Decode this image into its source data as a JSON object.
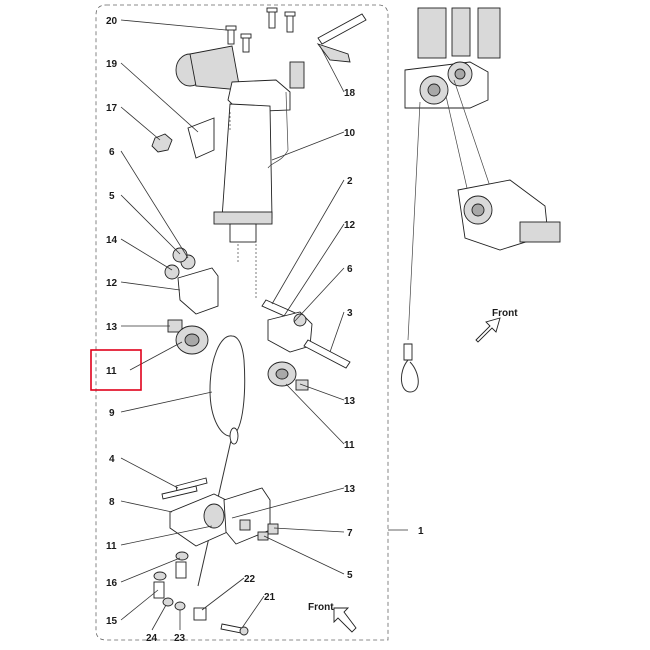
{
  "callouts": [
    {
      "id": "c20a",
      "text": "20"
    },
    {
      "id": "c19",
      "text": "19"
    },
    {
      "id": "c17",
      "text": "17"
    },
    {
      "id": "c6a",
      "text": "6"
    },
    {
      "id": "c5a",
      "text": "5"
    },
    {
      "id": "c14",
      "text": "14"
    },
    {
      "id": "c12a",
      "text": "12"
    },
    {
      "id": "c13a",
      "text": "13"
    },
    {
      "id": "c11a",
      "text": "11"
    },
    {
      "id": "c9",
      "text": "9"
    },
    {
      "id": "c4",
      "text": "4"
    },
    {
      "id": "c8",
      "text": "8"
    },
    {
      "id": "c11c",
      "text": "11"
    },
    {
      "id": "c16",
      "text": "16"
    },
    {
      "id": "c15",
      "text": "15"
    },
    {
      "id": "c24",
      "text": "24"
    },
    {
      "id": "c23",
      "text": "23"
    },
    {
      "id": "c18",
      "text": "18"
    },
    {
      "id": "c10",
      "text": "10"
    },
    {
      "id": "c2",
      "text": "2"
    },
    {
      "id": "c12b",
      "text": "12"
    },
    {
      "id": "c6b",
      "text": "6"
    },
    {
      "id": "c3",
      "text": "3"
    },
    {
      "id": "c13b",
      "text": "13"
    },
    {
      "id": "c11b",
      "text": "11"
    },
    {
      "id": "c13c",
      "text": "13"
    },
    {
      "id": "c7",
      "text": "7"
    },
    {
      "id": "c5b",
      "text": "5"
    },
    {
      "id": "c22",
      "text": "22"
    },
    {
      "id": "c21",
      "text": "21"
    },
    {
      "id": "c1",
      "text": "1"
    }
  ],
  "front_labels": [
    "Front",
    "Front"
  ],
  "highlight": {
    "callout": "11",
    "color": "#e0001b"
  },
  "colors": {
    "line": "#222222",
    "fill_light": "#d9d9d9",
    "fill_dark": "#a8a8a8"
  }
}
